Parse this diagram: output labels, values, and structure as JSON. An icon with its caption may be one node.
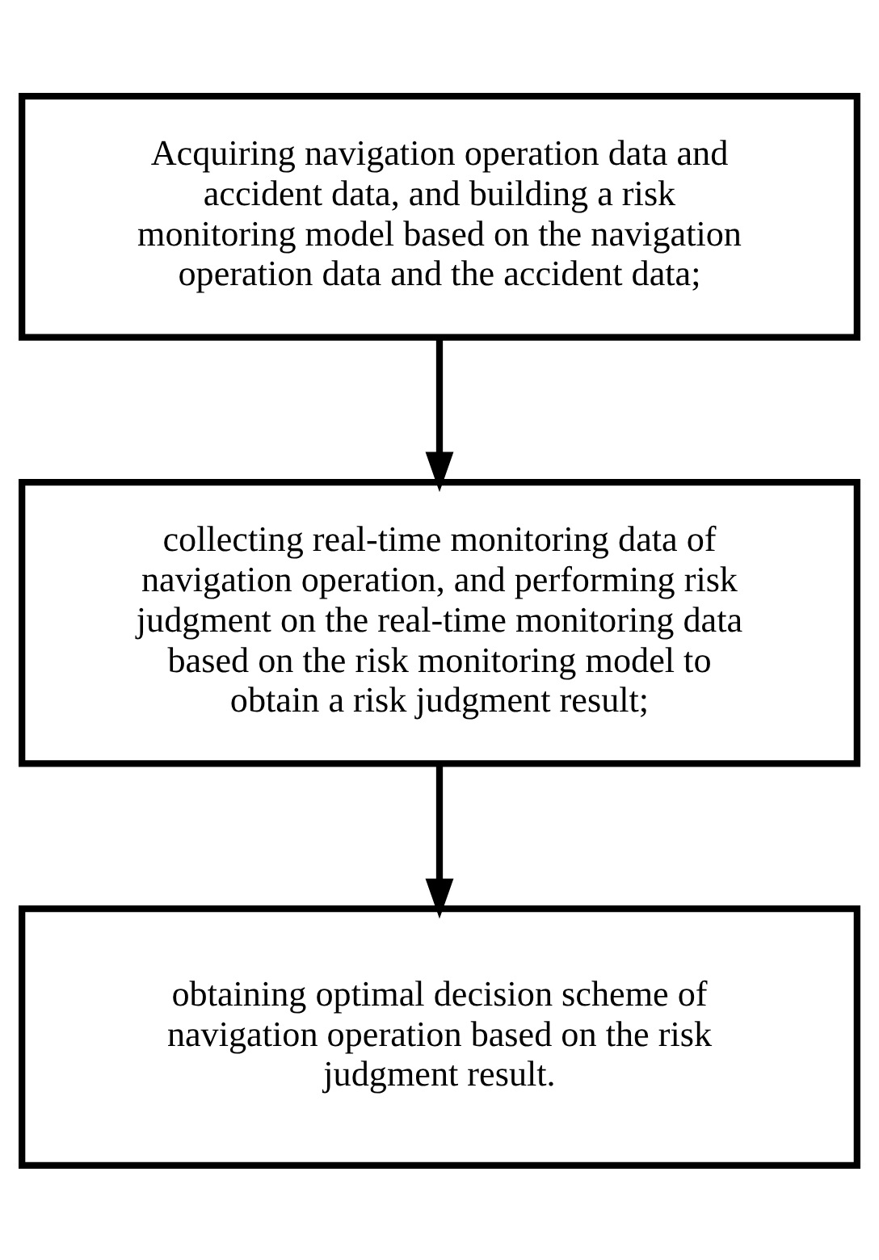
{
  "diagram": {
    "nodes": [
      {
        "text": [
          "Acquiring navigation operation data and accident data, and building a risk monitoring model based on the navigation operation data and the accident data;"
        ]
      },
      {
        "text": [
          "collecting real-time monitoring data of navigation operation, and performing risk judgment on the real-time monitoring data based on the risk monitoring model to obtain a risk judgment result;"
        ]
      },
      {
        "text": [
          "obtaining optimal decision scheme of navigation operation based on the risk judgment result."
        ]
      }
    ],
    "edges": [
      {
        "from": 0,
        "to": 1,
        "arrow": "to"
      },
      {
        "from": 1,
        "to": 2,
        "arrow": "to"
      }
    ]
  }
}
